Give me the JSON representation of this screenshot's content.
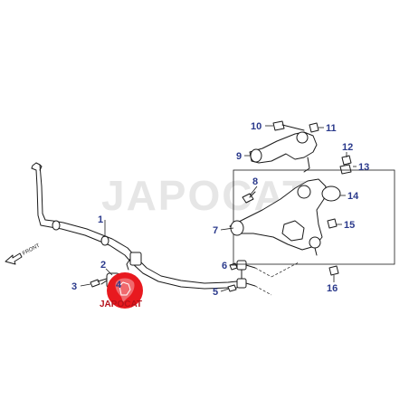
{
  "watermark": "JAPOCAT",
  "logo": {
    "text": "JAPOCAT",
    "color": "#e8191f",
    "text_color": "#b5121b"
  },
  "front_label": "FRONT",
  "callout_color": "#2b3a8c",
  "callouts": [
    {
      "id": "1",
      "label": "1"
    },
    {
      "id": "2",
      "label": "2"
    },
    {
      "id": "3",
      "label": "3"
    },
    {
      "id": "4",
      "label": "4"
    },
    {
      "id": "5",
      "label": "5"
    },
    {
      "id": "6",
      "label": "6"
    },
    {
      "id": "7",
      "label": "7"
    },
    {
      "id": "8",
      "label": "8"
    },
    {
      "id": "9",
      "label": "9"
    },
    {
      "id": "10",
      "label": "10"
    },
    {
      "id": "11",
      "label": "11"
    },
    {
      "id": "12",
      "label": "12"
    },
    {
      "id": "13",
      "label": "13"
    },
    {
      "id": "14",
      "label": "14"
    },
    {
      "id": "15",
      "label": "15"
    },
    {
      "id": "16",
      "label": "16"
    }
  ]
}
